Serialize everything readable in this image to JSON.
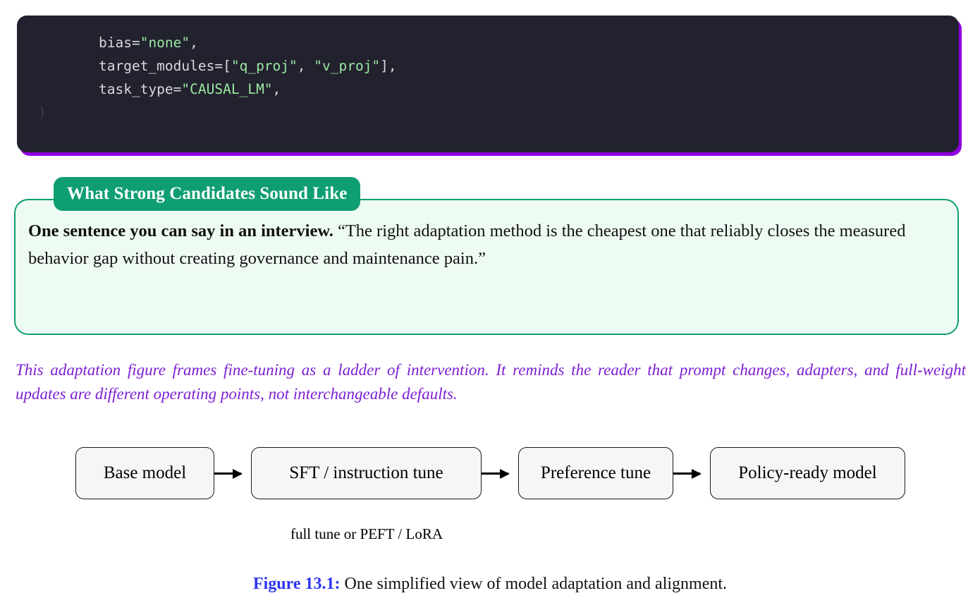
{
  "code_block": {
    "language": "python",
    "background_color": "#22212e",
    "accent_color": "#8f00e0",
    "string_color": "#9ae8a2",
    "lines": [
      {
        "indent": true,
        "parts": [
          {
            "t": "bias=",
            "c": "plain"
          },
          {
            "t": "\"none\"",
            "c": "str"
          },
          {
            "t": ",",
            "c": "plain"
          }
        ]
      },
      {
        "indent": true,
        "parts": [
          {
            "t": "target_modules=[",
            "c": "plain"
          },
          {
            "t": "\"q_proj\"",
            "c": "str"
          },
          {
            "t": ", ",
            "c": "plain"
          },
          {
            "t": "\"v_proj\"",
            "c": "str"
          },
          {
            "t": "],",
            "c": "plain"
          }
        ]
      },
      {
        "indent": true,
        "parts": [
          {
            "t": "task_type=",
            "c": "plain"
          },
          {
            "t": "\"CAUSAL_LM\"",
            "c": "str"
          },
          {
            "t": ",",
            "c": "plain"
          }
        ]
      },
      {
        "indent": false,
        "parts": [
          {
            "t": ")",
            "c": "dim"
          }
        ]
      }
    ]
  },
  "callout": {
    "tab_label": "What Strong Candidates Sound Like",
    "accent_color": "#0f9e72",
    "background_color": "#eefbf2",
    "lead": "One sentence you can say in an interview.",
    "quote": "“The right adaptation method is the cheapest one that reliably closes the measured behavior gap without creating governance and maintenance pain.”"
  },
  "figure_note": {
    "color": "#7d1fd4",
    "text": "This adaptation figure frames fine-tuning as a ladder of intervention. It reminds the reader that prompt changes, adapters, and full-weight updates are different operating points, not interchangeable defaults."
  },
  "diagram": {
    "nodes": [
      {
        "label": "Base model"
      },
      {
        "label": "SFT / instruction tune"
      },
      {
        "label": "Preference tune"
      },
      {
        "label": "Policy-ready model"
      }
    ],
    "sublabel": "full tune or PEFT / LoRA"
  },
  "figure_caption": {
    "label": "Figure 13.1:",
    "label_color": "#2d35f0",
    "text": "One simplified view of model adaptation and alignment."
  }
}
